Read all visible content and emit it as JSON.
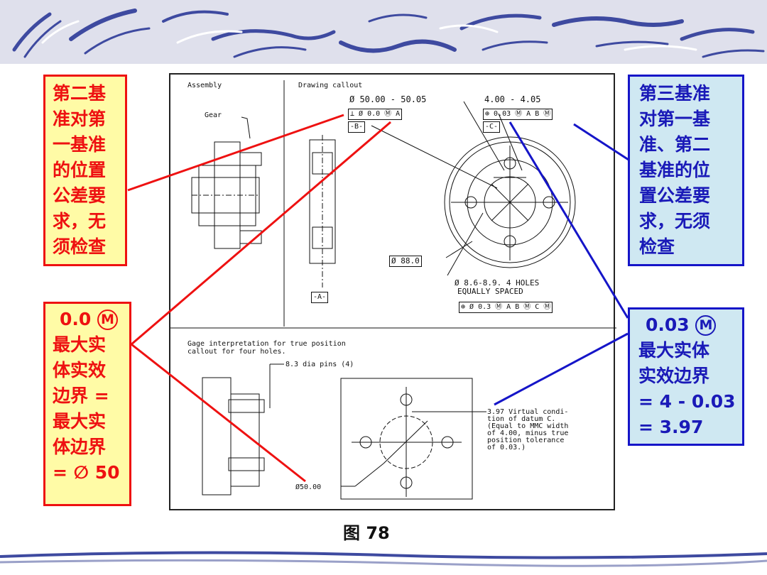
{
  "left_top_callout": {
    "lines": [
      "第二基",
      "准对第",
      "一基准",
      "的位置",
      "公差要",
      "求，无",
      "须检查"
    ]
  },
  "left_bottom_callout": {
    "value": "0.0",
    "mmc": "M",
    "lines": [
      "最大实",
      "体实效",
      "边界 =",
      "最大实",
      "体边界",
      "= ∅ 50"
    ]
  },
  "right_top_callout": {
    "lines": [
      "第三基准",
      "对第一基",
      "准、第二",
      "基准的位",
      "置公差要",
      "求，无须",
      "检查"
    ]
  },
  "right_bottom_callout": {
    "value": "0.03",
    "mmc": "M",
    "lines": [
      "最大实体",
      "实效边界",
      "= 4 - 0.03",
      "= 3.97"
    ]
  },
  "drawing": {
    "assembly": "Assembly",
    "gear": "Gear",
    "callout_title": "Drawing callout",
    "dia_range": "Ø 50.00 - 50.05",
    "frame_b": "⊥ Ø 0.0 Ⓜ A",
    "datum_b": "-B-",
    "width_range": "4.00 - 4.05",
    "frame_c": "⊕ 0.03 Ⓜ A B Ⓜ",
    "datum_c": "-C-",
    "dia88": "Ø 88.0",
    "holes_1": "Ø 8.6-8.9. 4 HOLES",
    "holes_2": "EQUALLY SPACED",
    "frame_holes": "⊕ Ø 0.3 Ⓜ A B Ⓜ C Ⓜ",
    "datum_a": "-A-",
    "gage_1": "Gage interpretation for true position",
    "gage_2": "callout for four holes.",
    "pins": "8.3 dia pins (4)",
    "virt_1": "3.97 Virtual condi-",
    "virt_2": "tion  of datum C.",
    "virt_3": "(Equal to MMC width",
    "virt_4": "of 4.00, minus true",
    "virt_5": "position tolerance",
    "virt_6": "of 0.03.)",
    "dia50": "Ø50.00"
  },
  "caption": "图 78",
  "colors": {
    "red": "#ee1111",
    "blue": "#1515c8",
    "red_fill": "#fffba6",
    "blue_fill": "#cfe8f2"
  }
}
